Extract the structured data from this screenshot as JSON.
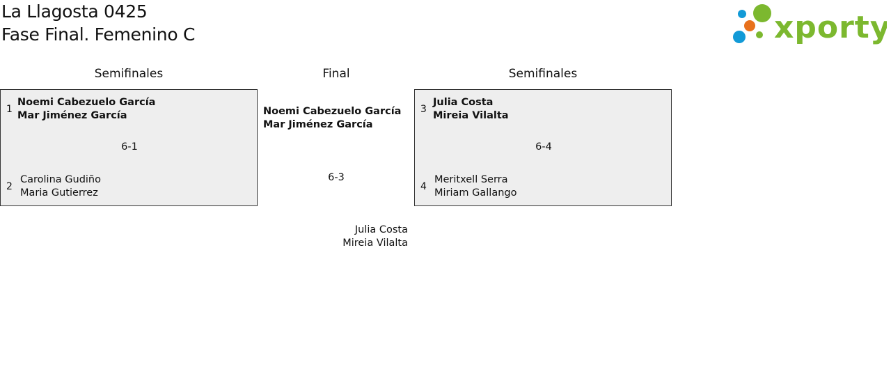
{
  "header": {
    "title_line1": "La Llagosta 0425",
    "title_line2": "Fase Final. Femenino C"
  },
  "logo": {
    "text": "xporty",
    "green": "#7cb82f",
    "blue": "#129ad7",
    "orange": "#e8711c"
  },
  "columns": {
    "left": "Semifinales",
    "center": "Final",
    "right": "Semifinales"
  },
  "semifinal_left": {
    "top": {
      "seed": "1",
      "player1": "Noemi Cabezuelo García",
      "player2": "Mar Jiménez García"
    },
    "score": "6-1",
    "bottom": {
      "seed": "2",
      "player1": "Carolina Gudiño",
      "player2": "Maria Gutierrez"
    }
  },
  "semifinal_right": {
    "top": {
      "seed": "3",
      "player1": "Julia Costa",
      "player2": "Mireia Vilalta"
    },
    "score": "6-4",
    "bottom": {
      "seed": "4",
      "player1": "Meritxell Serra",
      "player2": "Miriam Gallango"
    }
  },
  "final": {
    "team_a": {
      "player1": "Noemi Cabezuelo García",
      "player2": "Mar Jiménez García"
    },
    "score": "6-3",
    "team_b": {
      "player1": "Julia Costa",
      "player2": "Mireia Vilalta"
    }
  }
}
